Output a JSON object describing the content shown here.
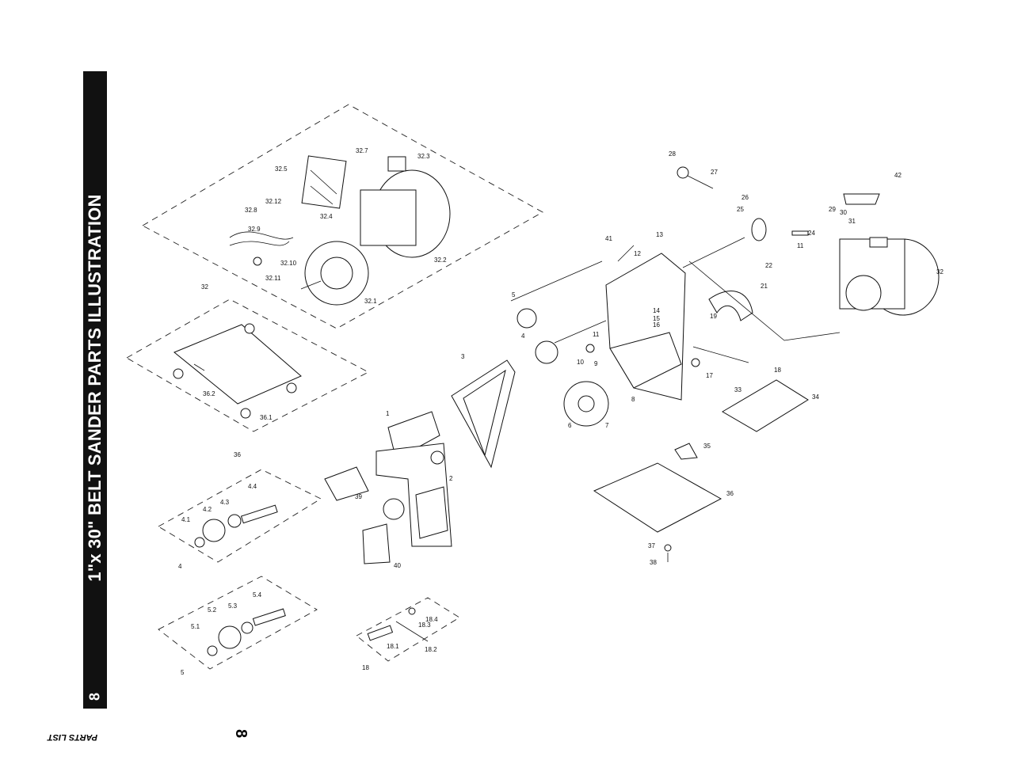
{
  "page": {
    "side_title": "1\"x 30\" BELT SANDER PARTS ILLUSTRATION",
    "page_number": "8",
    "footer_label": "PARTS LIST",
    "footer_page_number": "8"
  },
  "parts": [
    {
      "label": "1"
    },
    {
      "label": "2"
    },
    {
      "label": "3"
    },
    {
      "label": "4"
    },
    {
      "label": "5"
    },
    {
      "label": "6"
    },
    {
      "label": "7"
    },
    {
      "label": "8"
    },
    {
      "label": "9"
    },
    {
      "label": "10"
    },
    {
      "label": "11"
    },
    {
      "label": "11"
    },
    {
      "label": "12"
    },
    {
      "label": "13"
    },
    {
      "label": "14"
    },
    {
      "label": "15"
    },
    {
      "label": "16"
    },
    {
      "label": "17"
    },
    {
      "label": "18"
    },
    {
      "label": "19"
    },
    {
      "label": "21"
    },
    {
      "label": "22"
    },
    {
      "label": "24"
    },
    {
      "label": "25"
    },
    {
      "label": "26"
    },
    {
      "label": "27"
    },
    {
      "label": "28"
    },
    {
      "label": "29"
    },
    {
      "label": "30"
    },
    {
      "label": "31"
    },
    {
      "label": "32"
    },
    {
      "label": "33"
    },
    {
      "label": "34"
    },
    {
      "label": "35"
    },
    {
      "label": "36"
    },
    {
      "label": "37"
    },
    {
      "label": "38"
    },
    {
      "label": "39"
    },
    {
      "label": "40"
    },
    {
      "label": "41"
    },
    {
      "label": "42"
    },
    {
      "label": "32"
    },
    {
      "label": "32.1"
    },
    {
      "label": "32.2"
    },
    {
      "label": "32.3"
    },
    {
      "label": "32.4"
    },
    {
      "label": "32.5"
    },
    {
      "label": "32.7"
    },
    {
      "label": "32.8"
    },
    {
      "label": "32.9"
    },
    {
      "label": "32.10"
    },
    {
      "label": "32.11"
    },
    {
      "label": "32.12"
    },
    {
      "label": "36"
    },
    {
      "label": "36.1"
    },
    {
      "label": "36.2"
    },
    {
      "label": "4"
    },
    {
      "label": "4.1"
    },
    {
      "label": "4.2"
    },
    {
      "label": "4.3"
    },
    {
      "label": "4.4"
    },
    {
      "label": "5"
    },
    {
      "label": "5.1"
    },
    {
      "label": "5.2"
    },
    {
      "label": "5.3"
    },
    {
      "label": "5.4"
    },
    {
      "label": "18"
    },
    {
      "label": "18.1"
    },
    {
      "label": "18.2"
    },
    {
      "label": "18.3"
    },
    {
      "label": "18.4"
    }
  ]
}
